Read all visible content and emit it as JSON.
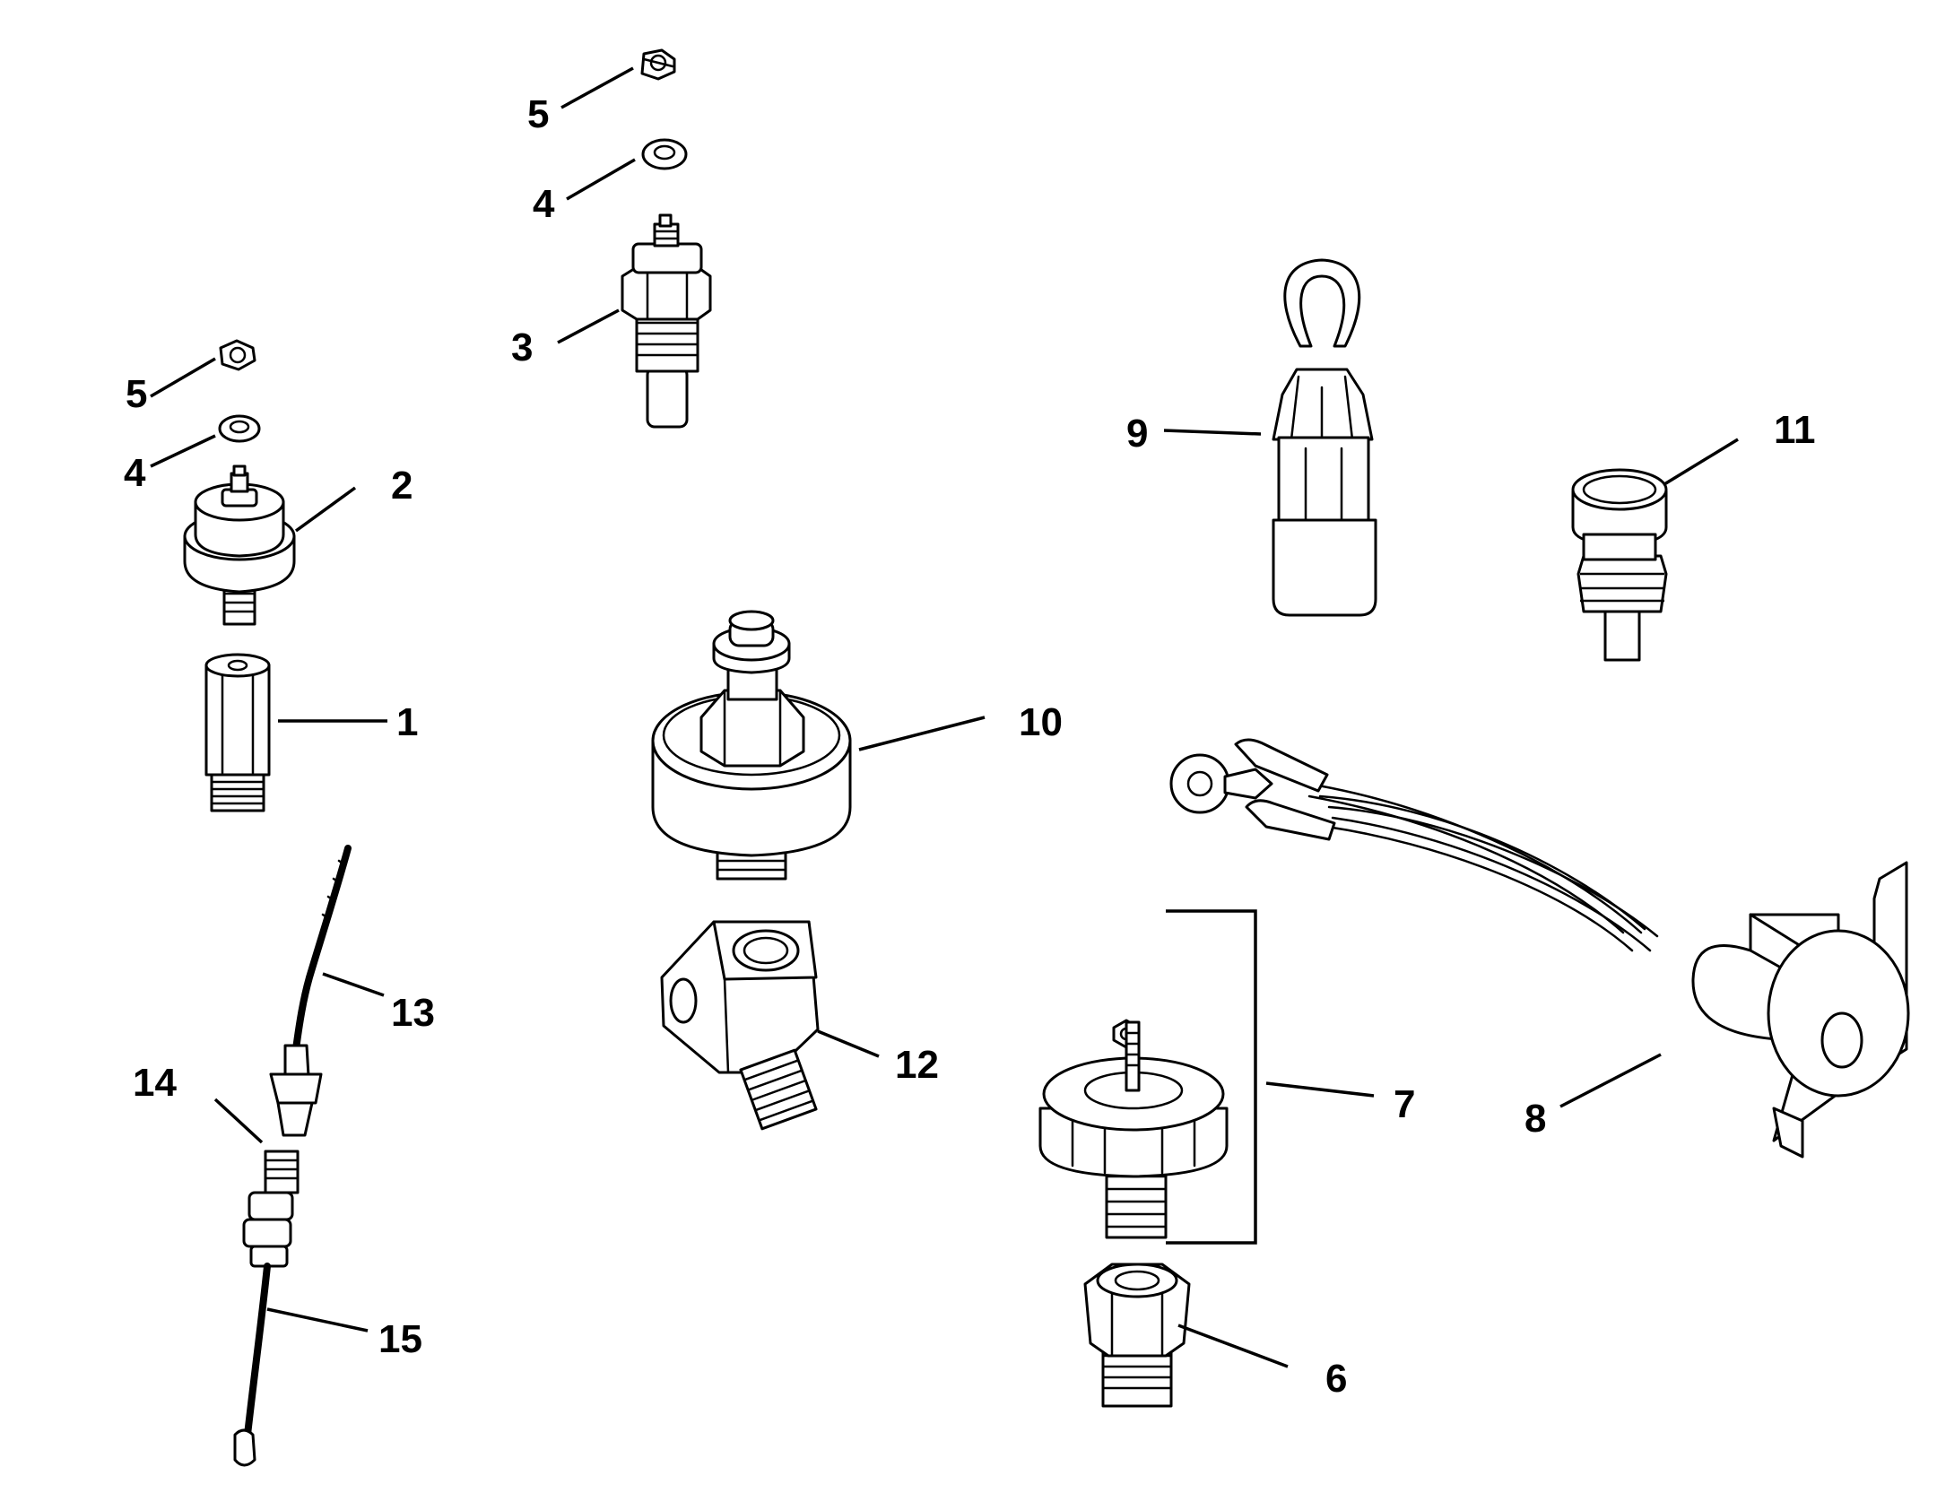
{
  "callouts": {
    "p1": "1",
    "p2": "2",
    "p3": "3",
    "p4_upper": "4",
    "p4_lower": "4",
    "p5_upper": "5",
    "p5_lower": "5",
    "p6": "6",
    "p7": "7",
    "p8": "8",
    "p9": "9",
    "p10": "10",
    "p11": "11",
    "p12": "12",
    "p13": "13",
    "p14": "14",
    "p15": "15"
  },
  "colors": {
    "line": "#000000",
    "background": "#ffffff"
  }
}
